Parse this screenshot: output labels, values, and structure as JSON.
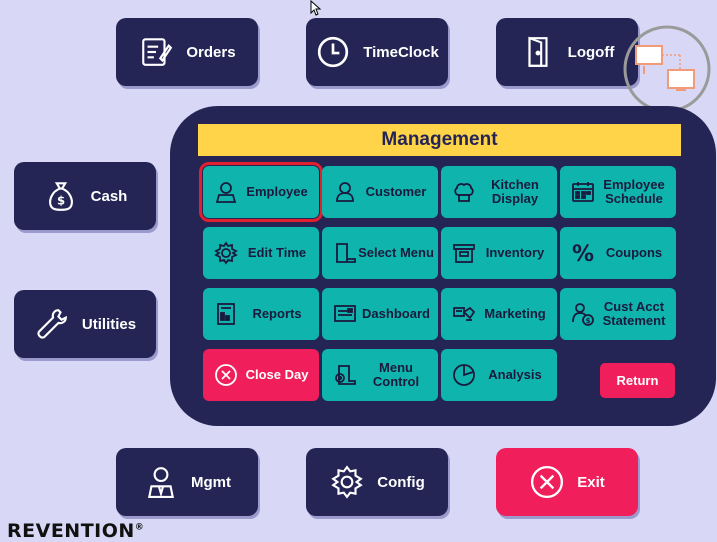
{
  "nav": {
    "orders": "Orders",
    "timeclock": "TimeClock",
    "logoff": "Logoff",
    "cash": "Cash",
    "utilities": "Utilities",
    "mgmt": "Mgmt",
    "config": "Config",
    "exit": "Exit"
  },
  "management": {
    "title": "Management",
    "tiles": [
      {
        "label": "Employee",
        "icon": "person-icon"
      },
      {
        "label": "Customer",
        "icon": "customer-icon"
      },
      {
        "label": "Kitchen Display",
        "icon": "chef-hat-icon"
      },
      {
        "label": "Employee Schedule",
        "icon": "calendar-icon"
      },
      {
        "label": "Edit Time",
        "icon": "gear-icon"
      },
      {
        "label": "Select Menu",
        "icon": "document-icon"
      },
      {
        "label": "Inventory",
        "icon": "inventory-icon"
      },
      {
        "label": "Coupons",
        "icon": "percent-icon"
      },
      {
        "label": "Reports",
        "icon": "report-icon"
      },
      {
        "label": "Dashboard",
        "icon": "dashboard-icon"
      },
      {
        "label": "Marketing",
        "icon": "marketing-icon"
      },
      {
        "label": "Cust Acct Statement",
        "icon": "account-icon"
      },
      {
        "label": "Close Day",
        "icon": "close-circle-icon"
      },
      {
        "label": "Menu Control",
        "icon": "menu-control-icon"
      },
      {
        "label": "Analysis",
        "icon": "pie-chart-icon"
      }
    ],
    "return_label": "Return"
  },
  "brand": {
    "name": "REVENTION",
    "mark": "®"
  },
  "colors": {
    "background": "#d8d8f6",
    "navy": "#252555",
    "teal": "#0fb5ad",
    "red": "#f01e5a",
    "yellow": "#ffd449"
  }
}
